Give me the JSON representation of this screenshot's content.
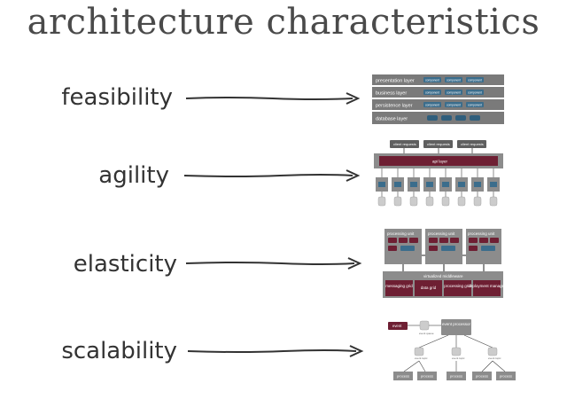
{
  "title": "architecture characteristics",
  "rows": [
    {
      "label": "feasibility"
    },
    {
      "label": "agility"
    },
    {
      "label": "elasticity"
    },
    {
      "label": "scalability"
    }
  ],
  "layered": {
    "layers": [
      "presentation layer",
      "business layer",
      "persistence layer",
      "database layer"
    ],
    "component_label": "component"
  },
  "microservices": {
    "client_label": "client requests",
    "api_label": "api layer"
  },
  "space_based": {
    "unit_label": "processing unit",
    "middleware_label": "virtualized middleware",
    "grids": [
      "messaging grid",
      "data grid",
      "processing grid",
      "deployment manager"
    ]
  },
  "event_driven": {
    "event_label": "event",
    "queue_label": "event queue",
    "processor_label": "event processor",
    "channel_label": "event topic",
    "process_label": "process"
  },
  "colors": {
    "maroon": "#6e1f33",
    "gray_box": "#8c8c8c",
    "dark_gray": "#5f5f5f",
    "blue_comp": "#3b6d8c"
  }
}
